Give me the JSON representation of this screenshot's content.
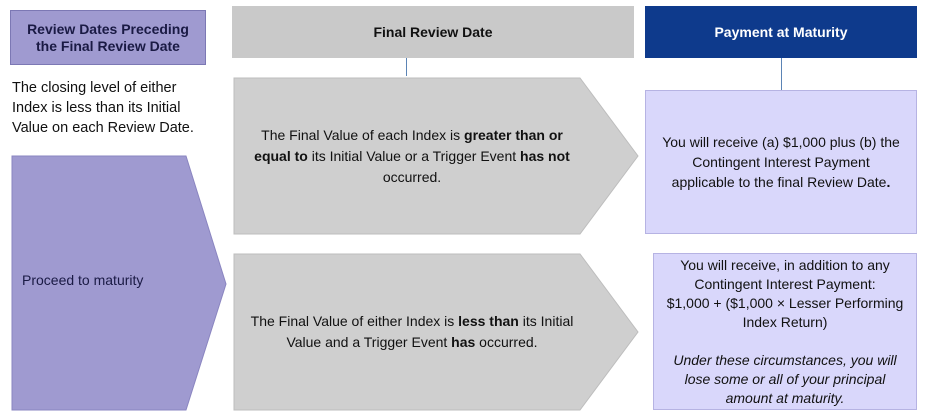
{
  "headers": {
    "left_line1": "Review Dates Preceding",
    "left_line2": "the Final Review Date",
    "middle": "Final Review Date",
    "right": "Payment at Maturity"
  },
  "left_note": "The closing level of either Index is less than its Initial Value on each Review Date.",
  "proceed_label": "Proceed to maturity",
  "top_condition": {
    "part1": "The Final Value of each Index is ",
    "bold1": "greater than or equal to",
    "part2": " its Initial Value or a Trigger Event ",
    "bold2": "has not",
    "part3": " occurred."
  },
  "bottom_condition": {
    "part1": "The Final Value of either Index is ",
    "bold1": "less than",
    "part2": " its Initial Value and a Trigger Event ",
    "bold2": "has",
    "part3": " occurred."
  },
  "top_payment": {
    "text": "You will receive (a) $1,000 plus (b) the Contingent Interest Payment applicable to the final Review Date",
    "period": "."
  },
  "bottom_payment": {
    "line1": "You will receive, in addition to any Contingent Interest Payment:",
    "line2": "$1,000 + ($1,000 × Lesser Performing Index Return)",
    "italic": "Under these circumstances, you will lose some or all of your principal amount at maturity."
  },
  "colors": {
    "left_header_bg": "#9f9ad0",
    "middle_header_bg": "#c9c9c9",
    "right_header_bg": "#0e3a8c",
    "left_arrow_fill": "#9f9ad0",
    "gray_arrow_fill": "#cfcfcf",
    "right_box_fill": "#d9d7fb"
  }
}
